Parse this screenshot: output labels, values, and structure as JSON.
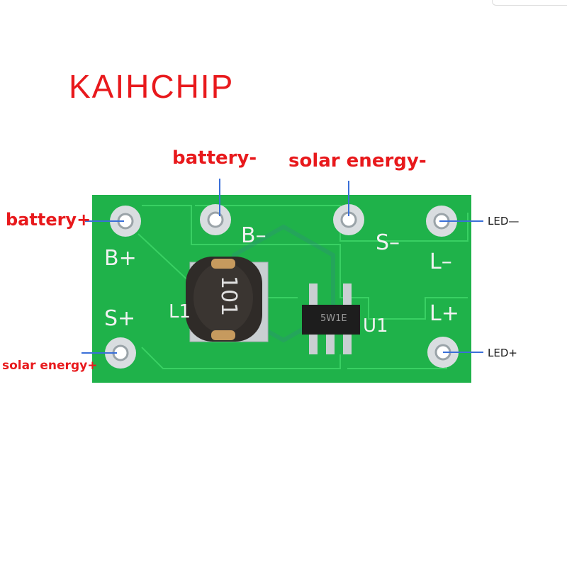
{
  "brand": "KAIHCHIP",
  "labels": {
    "battery_minus": "battery-",
    "solar_minus": "solar energy-",
    "battery_plus": "battery+",
    "solar_plus": "solar energy+",
    "led_minus": "LED—",
    "led_plus": "LED+"
  },
  "silkscreen": {
    "b_plus": "B+",
    "b_minus": "B–",
    "s_plus": "S+",
    "s_minus": "S–",
    "l_minus": "L–",
    "l_plus": "L+",
    "l1": "L1",
    "u1": "U1",
    "inductor_code": "101",
    "chip_code": "5W1E"
  },
  "colors": {
    "label_red": "#e8191c",
    "pcb_green": "#23b54a",
    "pointer_blue": "#3a6fd8"
  }
}
